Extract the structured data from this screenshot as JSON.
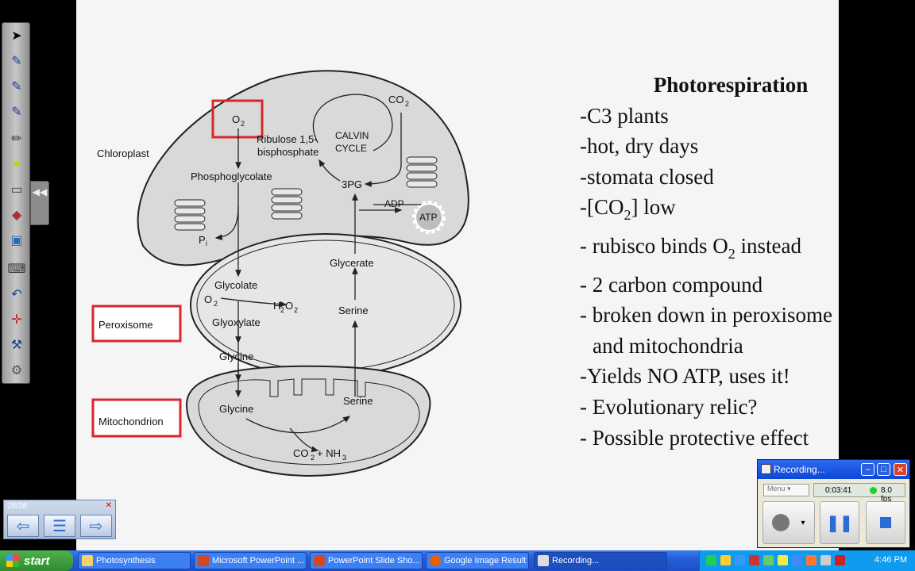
{
  "slide": {
    "title": "Photorespiration",
    "bullets": [
      "-C3 plants",
      "-hot, dry days",
      "-stomata closed",
      "- rubisco binds O",
      "- 2 carbon compound",
      "- broken down in peroxisome",
      "and mitochondria",
      "-Yields NO ATP, uses it!",
      "- Evolutionary relic?",
      "- Possible protective effect"
    ],
    "co2_bullet": {
      "prefix": "-[CO",
      "sub": "2",
      "suffix": "] low"
    },
    "o2_bullet_sub": "2",
    "o2_bullet_suffix": " instead"
  },
  "diagram": {
    "labels": {
      "chloroplast": "Chloroplast",
      "peroxisome": "Peroxisome",
      "mitochondrion": "Mitochondrion",
      "o2_box": "O",
      "ribulose1": "Ribulose 1,5-",
      "ribulose2": "bisphosphate",
      "calvin1": "CALVIN",
      "calvin2": "CYCLE",
      "co2": "CO",
      "phosphoglycolate": "Phosphoglycolate",
      "3pg": "3PG",
      "adp": "ADP",
      "atp": "ATP",
      "pi": "P",
      "glycolate": "Glycolate",
      "glycerate": "Glycerate",
      "o2": "O",
      "h2o2": "H",
      "glyoxylate": "Glyoxylate",
      "serine_p": "Serine",
      "glycine_p": "Glycine",
      "glycine_m": "Glycine",
      "serine_m": "Serine",
      "co2_nh3": "CO"
    }
  },
  "slide_nav": {
    "count": "28/38",
    "close": "✕"
  },
  "recording": {
    "title": "Recording...",
    "menu": "Menu",
    "time": "0:03:41",
    "fps": "8.0 fps"
  },
  "taskbar": {
    "start": "start",
    "tasks": [
      "Photosynthesis",
      "Microsoft PowerPoint ...",
      "PowerPoint Slide Sho...",
      "Google Image Result ...",
      "Recording..."
    ],
    "clock": "4:46 PM"
  },
  "colors": {
    "highlight_box": "#d8262c",
    "organelle_fill": "#d9d9d9",
    "taskbar": "#245edb",
    "start": "#3c9a3c"
  }
}
